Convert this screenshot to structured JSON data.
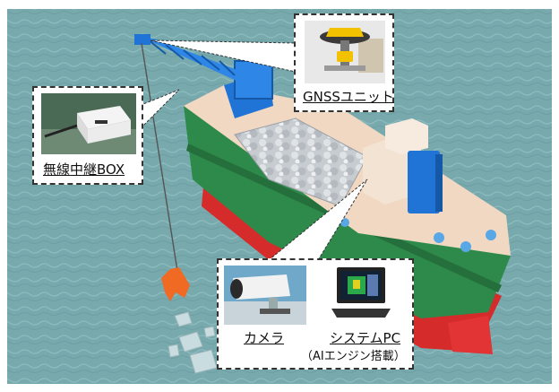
{
  "labels": {
    "gnss": "GNSSユニット",
    "relay": "無線中継BOX",
    "camera": "カメラ",
    "pc": "システムPC",
    "pc_note": "（AIエンジン搭載）"
  },
  "colors": {
    "sea": "#77a9ad",
    "hull_green": "#2e8a4a",
    "hull_red": "#d52b2b",
    "deck": "#f1d8c2",
    "crane_blue": "#1f74d6",
    "grab": "#f06a24",
    "callout_border": "#333333"
  },
  "icons": {
    "gnss": "gnss-antenna-icon",
    "relay": "relay-box-icon",
    "camera": "camera-icon",
    "pc": "laptop-icon"
  }
}
